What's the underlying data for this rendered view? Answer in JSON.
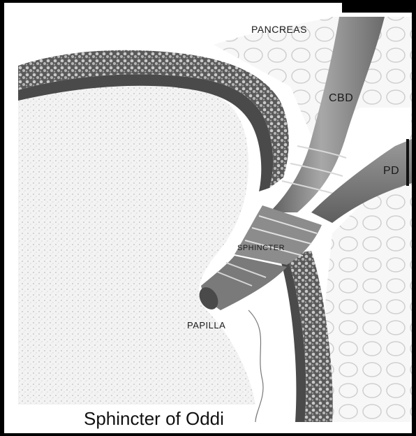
{
  "labels": {
    "pancreas": "PANCREAS",
    "cbd": "CBD",
    "pd": "PD",
    "sphincter": "SPHINCTER",
    "papilla": "PAPILLA"
  },
  "caption": "Sphincter of Oddi",
  "colors": {
    "background": "#ffffff",
    "duct": "#8a8a8a",
    "wall_dark": "#4a4a4a",
    "wall_texture": "#2e2e2e",
    "stipple": "#c8c8c8"
  }
}
